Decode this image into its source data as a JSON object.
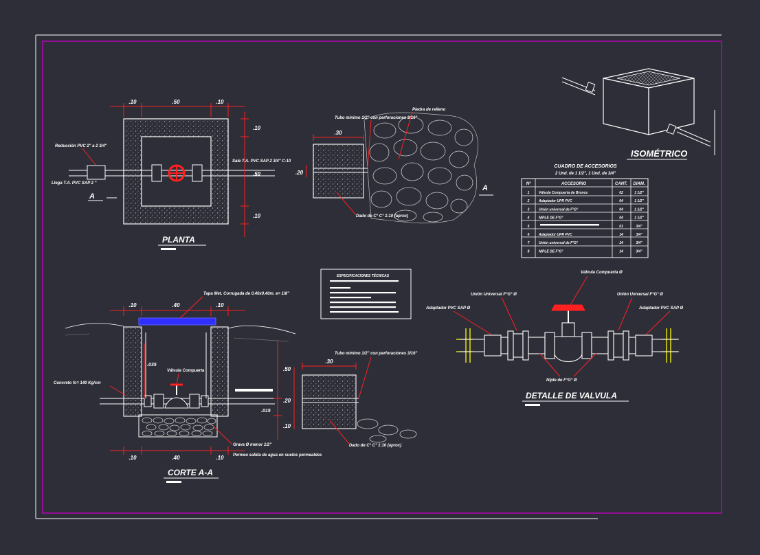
{
  "colors": {
    "background": "#2e2e38",
    "sheet_border": "#c000c0",
    "dimension": "#ff0000",
    "lines": "#ffffff",
    "valve_handle": "#ff2020",
    "lid": "#3030ff",
    "pipe_support": "#ffff00"
  },
  "plan": {
    "title": "PLANTA",
    "dims_top": [
      ".10",
      ".50",
      ".10"
    ],
    "dims_right": [
      ".10",
      ".50",
      ".10"
    ],
    "label_reducer": "Reducción PVC 2\" a 2 3/4\"",
    "label_pipe_in": "Llega T.A. PVC SAP 2 \"",
    "label_pipe_out": "Sale T.A. PVC SAP 2 3/4\" C-10",
    "section_mark": "A"
  },
  "plan_detail": {
    "dim_top": ".30",
    "dim_side": ".20",
    "label_tube": "Tubo mínimo 1/2\" con perforaciones 3/16\"",
    "label_stone": "Piedra de relleno",
    "label_gravel": "Dado de C°\nC° 1:10 (aprox)",
    "section_mark": "A"
  },
  "section": {
    "title": "CORTE A-A",
    "dims_top": [
      ".10",
      ".40",
      ".10"
    ],
    "dims_bottom": [
      ".10",
      ".40",
      ".10"
    ],
    "dim_inner": ".035",
    "dim_side": ".015",
    "label_lid": "Tapa Met. Corrugada de 0.40x0.40m. e= 1/8\"",
    "label_valve": "Válvula Compuerta",
    "label_concrete": "Concreto fc= 140 Kg/cm",
    "label_gravel": "Grava Ø menor 1/2\"",
    "label_drain": "Permeo salida de agua en suelos permeables"
  },
  "section_detail": {
    "dim_top": ".30",
    "dims_side": [
      ".50",
      ".20",
      ".10"
    ],
    "label_tube": "Tubo mínimo 1/2\" con perforaciones 3/16\"",
    "label_gravel": "Dado de C°\nC° 1:10 (aprox)"
  },
  "specs": {
    "heading": "ESPECIFICACIONES TÉCNICAS"
  },
  "iso": {
    "title": "ISOMÉTRICO"
  },
  "table": {
    "title": "CUADRO DE ACCESORIOS",
    "subtitle": "2 Und. de 1 1/2\", 1 Und. de 3/4\"",
    "headers": [
      "Nº",
      "ACCESORIO",
      "CANT.",
      "DIAM."
    ],
    "rows": [
      [
        "1",
        "Válvula Compuerta de Bronce",
        "02",
        "1 1/2\""
      ],
      [
        "2",
        "Adaptador UPR PVC",
        "04",
        "1 1/2\""
      ],
      [
        "3",
        "Unión universal de F°G°",
        "04",
        "1 1/2\""
      ],
      [
        "4",
        "NIPLE DE F°G°",
        "04",
        "1 1/2\""
      ],
      [
        "5",
        "",
        "01",
        "3/4\""
      ],
      [
        "6",
        "Adaptador UPR PVC",
        "14",
        "3/4\""
      ],
      [
        "7",
        "Unión universal de F°G°",
        "14",
        "3/4\""
      ],
      [
        "8",
        "NIPLE DE F°G°",
        "14",
        "3/4\""
      ]
    ]
  },
  "valve_detail": {
    "title": "DETALLE DE VALVULA",
    "label_valve": "Válvula Compuerta Ø",
    "label_union_left": "Unión Universal F°G° Ø",
    "label_union_right": "Unión Universal F°G° Ø",
    "label_adapter_left": "Adaptador PVC SAP Ø",
    "label_adapter_right": "Adaptador PVC SAP Ø",
    "label_nipple": "Niple de F°G° Ø"
  }
}
